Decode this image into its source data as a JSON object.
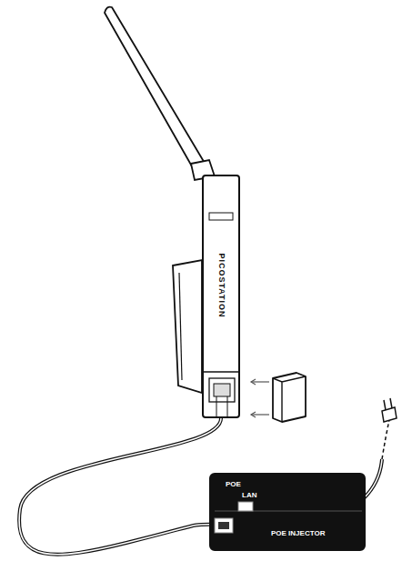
{
  "diagram": {
    "nodes": [
      {
        "text": [
          "PICOSTATION"
        ]
      },
      {
        "text": [
          "POE",
          "LAN",
          "POE INJECTOR"
        ]
      }
    ],
    "edges": [
      {
        "from": 0,
        "to": 1,
        "arrow": "none"
      }
    ]
  }
}
